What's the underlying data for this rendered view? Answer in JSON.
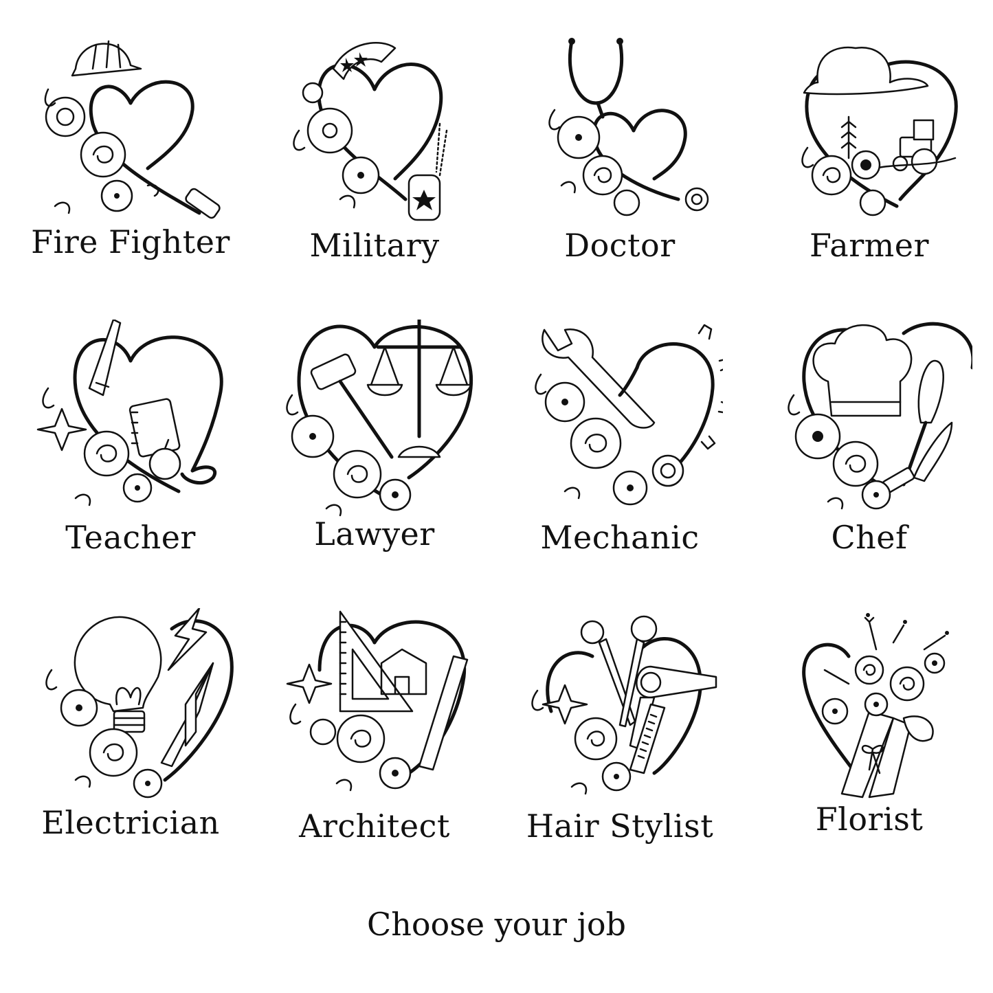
{
  "jobs": [
    {
      "label": "Fire Fighter",
      "icon": "fire-helmet-hose-icon"
    },
    {
      "label": "Military",
      "icon": "dog-tag-flag-icon"
    },
    {
      "label": "Doctor",
      "icon": "stethoscope-icon"
    },
    {
      "label": "Farmer",
      "icon": "cowboy-hat-tractor-icon"
    },
    {
      "label": "Teacher",
      "icon": "pencil-notebook-apple-icon"
    },
    {
      "label": "Lawyer",
      "icon": "gavel-scales-icon"
    },
    {
      "label": "Mechanic",
      "icon": "wrench-gear-icon"
    },
    {
      "label": "Chef",
      "icon": "chef-hat-whisk-knife-icon"
    },
    {
      "label": "Electrician",
      "icon": "bulb-pliers-icon"
    },
    {
      "label": "Architect",
      "icon": "set-square-blueprint-icon"
    },
    {
      "label": "Hair Stylist",
      "icon": "scissors-dryer-comb-icon"
    },
    {
      "label": "Florist",
      "icon": "bouquet-icon"
    }
  ],
  "footer": {
    "text": "Choose your job"
  },
  "colors": {
    "ink": "#111111",
    "background": "#ffffff"
  }
}
